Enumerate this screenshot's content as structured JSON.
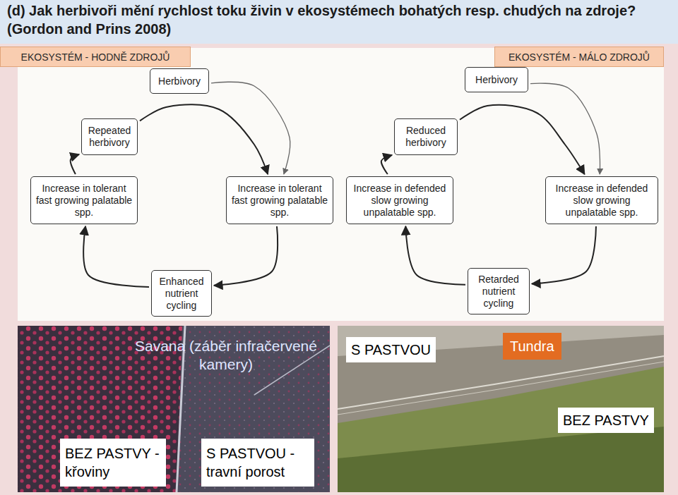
{
  "diagram": {
    "title": "(d) Jak herbivoři mění rychlost toku živin v ekosystémech bohatých resp. chudých na zdroje? (Gordon and Prins 2008)",
    "nodes": [
      {
        "text": [
          "EKOSYSTÉM - HODNĚ ZDROJŮ"
        ]
      },
      {
        "text": [
          "EKOSYSTÉM - MÁLO ZDROJŮ"
        ]
      },
      {
        "text": [
          "Herbivory"
        ]
      },
      {
        "text": [
          "Herbivory"
        ]
      },
      {
        "text": [
          "Repeated herbivory"
        ]
      },
      {
        "text": [
          "Reduced herbivory"
        ]
      },
      {
        "text": [
          "Increase in tolerant fast growing palatable spp."
        ]
      },
      {
        "text": [
          "Increase in tolerant fast growing palatable spp."
        ]
      },
      {
        "text": [
          "Increase in defended slow growing unpalatable spp."
        ]
      },
      {
        "text": [
          "Increase in defended slow growing unpalatable spp."
        ]
      },
      {
        "text": [
          "Enhanced nutrient cycling"
        ]
      },
      {
        "text": [
          "Retarded nutrient cycling"
        ]
      },
      {
        "text": [
          "BEZ PASTVY -křoviny"
        ]
      },
      {
        "text": [
          "S PASTVOU -travní porost"
        ]
      },
      {
        "text": [
          "S PASTVOU"
        ]
      },
      {
        "text": [
          "Tundra"
        ]
      },
      {
        "text": [
          "BEZ PASTVY"
        ]
      }
    ],
    "edges": [
      {
        "from": 2,
        "to": 7,
        "arrow": "to"
      },
      {
        "from": 7,
        "to": 10,
        "arrow": "to"
      },
      {
        "from": 10,
        "to": 6,
        "arrow": "to"
      },
      {
        "from": 6,
        "to": 4,
        "arrow": "to"
      },
      {
        "from": 4,
        "to": 7,
        "arrow": "to"
      },
      {
        "from": 3,
        "to": 9,
        "arrow": "to"
      },
      {
        "from": 9,
        "to": 11,
        "arrow": "to"
      },
      {
        "from": 11,
        "to": 8,
        "arrow": "to"
      },
      {
        "from": 8,
        "to": 5,
        "arrow": "to"
      },
      {
        "from": 5,
        "to": 9,
        "arrow": "to"
      }
    ],
    "labels": [
      "Savana (záběr infračervené kamery)"
    ]
  }
}
